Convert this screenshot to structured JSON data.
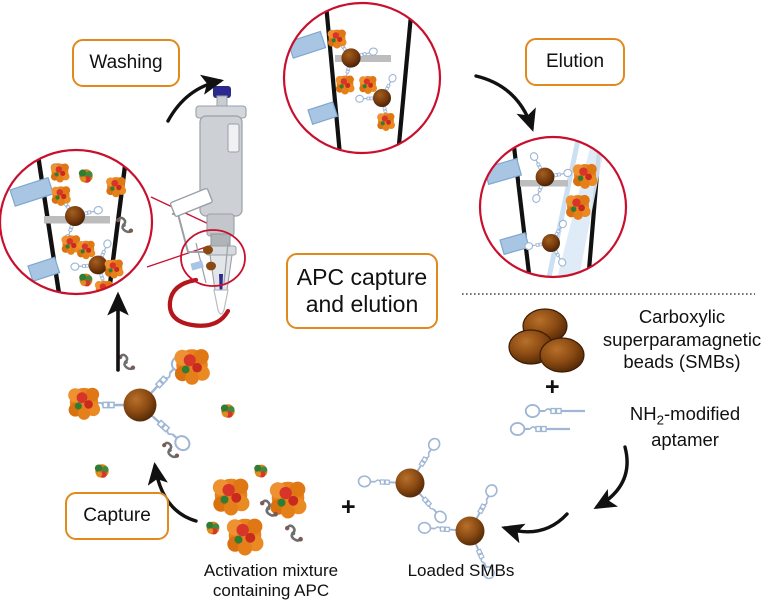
{
  "figure": {
    "title": "APC capture and elution workflow schematic",
    "background": "#ffffff"
  },
  "colors": {
    "step_box_border": "#E08A1E",
    "inset_circle": "#C8102E",
    "bead_brown": "#8A4A12",
    "bead_brown_dark": "#5A2D08",
    "apc_orange": "#E8821E",
    "apc_red": "#D8352A",
    "impurity_green": "#2E7D32",
    "impurity_grey": "#6E6E6E",
    "aptamer_blue": "#9FB6D4",
    "pipette_grey": "#C9CDD2",
    "pipette_plunger": "#2B2A8C",
    "tip_blue": "#A8C6E4",
    "magnet_grey": "#BDBDBD",
    "magnet_ring_red": "#B4161B",
    "arrow_black": "#111111",
    "buffer_flow": "#DCEAF7"
  },
  "steps": [
    {
      "id": "washing",
      "label": "Washing"
    },
    {
      "id": "elution",
      "label": "Elution"
    },
    {
      "id": "capture",
      "label": "Capture"
    }
  ],
  "center_box": {
    "id": "apc-capture-elution",
    "line1": "APC capture",
    "line2": "and elution"
  },
  "legend": {
    "separator": "dotted",
    "plus_symbol": "+",
    "items": [
      {
        "id": "smb",
        "icon": "three-brown-beads",
        "line1": "Carboxylic",
        "line2": "superparamagnetic",
        "line3": "beads (SMBs)"
      },
      {
        "id": "aptamer",
        "icon": "hairpin-aptamer",
        "line1": "NH",
        "sub": "2",
        "line1_rest": "-modified",
        "line2": "aptamer"
      }
    ]
  },
  "bottom_labels": [
    {
      "id": "activation-mixture",
      "line1": "Activation mixture",
      "line2": "containing APC"
    },
    {
      "id": "loaded-smbs",
      "line1": "Loaded SMBs",
      "line2": ""
    }
  ],
  "bottom_plus": "+",
  "insets": [
    {
      "id": "inset-washing",
      "position": "left",
      "contents": "pipette tip with magnet bar, SMB-APC complexes, free green and orange impurities being washed away"
    },
    {
      "id": "inset-top",
      "position": "top-center",
      "contents": "pipette tip with magnet bar holding two SMB-APC complexes, clean buffer"
    },
    {
      "id": "inset-elution",
      "position": "right",
      "contents": "pipette tip with elution buffer flow, APC released from aptamers on SMBs"
    }
  ],
  "arrows": [
    {
      "id": "arrow-to-pipette",
      "type": "curved",
      "direction": "up-right"
    },
    {
      "id": "arrow-to-elution-inset",
      "type": "curved",
      "direction": "down-right"
    },
    {
      "id": "arrow-loaded-to-capture",
      "type": "curved",
      "direction": "left"
    },
    {
      "id": "arrow-mixture-to-complex",
      "type": "curved",
      "direction": "up-left"
    },
    {
      "id": "arrow-complex-to-inset",
      "type": "straight",
      "direction": "up"
    },
    {
      "id": "arrow-legend-to-loaded",
      "type": "curved",
      "direction": "down-left"
    }
  ]
}
